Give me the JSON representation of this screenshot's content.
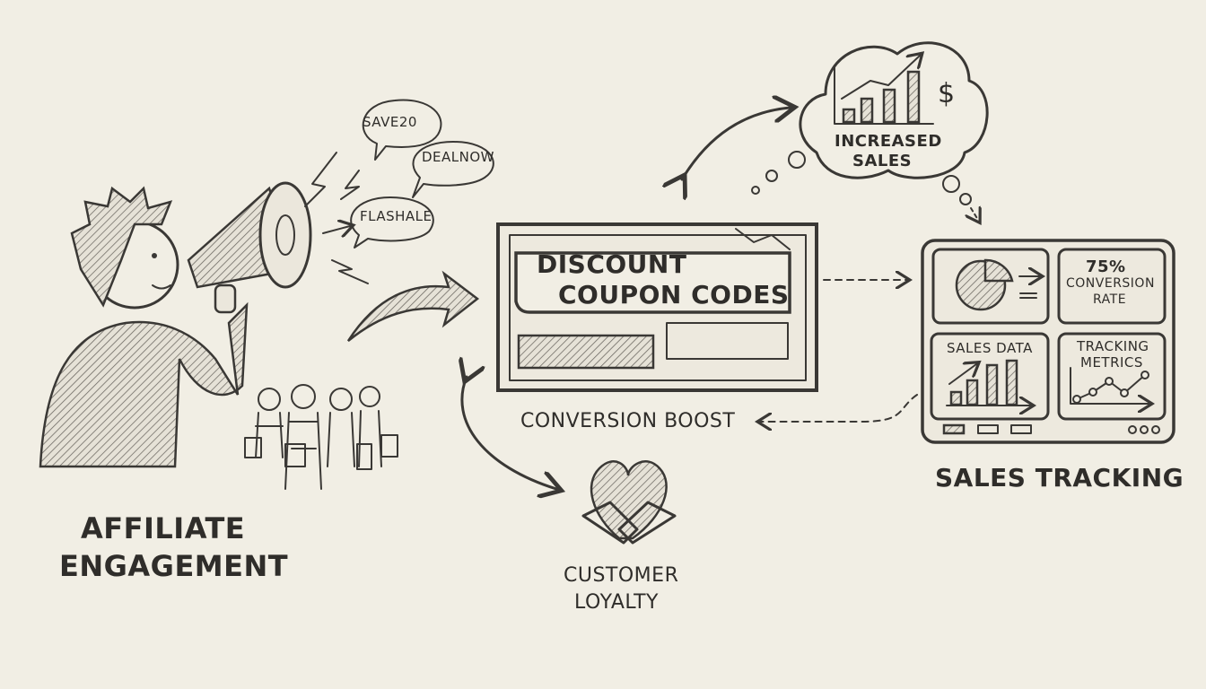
{
  "affiliate": {
    "title_line1": "AFFILIATE",
    "title_line2": "ENGAGEMENT"
  },
  "bubbles": [
    "SAVE20",
    "DEALNOW",
    "FLASHALE"
  ],
  "coupon": {
    "line1": "DISCOUNT",
    "line2": "COUPON CODES",
    "caption": "CONVERSION BOOST"
  },
  "thought": {
    "symbol": "$",
    "line1": "INCREASED",
    "line2": "SALES"
  },
  "dashboard": {
    "rate_value": "75%",
    "rate_line1": "CONVERSION",
    "rate_line2": "RATE",
    "sales_data": "SALES DATA",
    "tracking_line1": "TRACKING",
    "tracking_line2": "METRICS",
    "caption": "SALES TRACKING"
  },
  "loyalty": {
    "line1": "CUSTOMER",
    "line2": "LOYALTY"
  },
  "colors": {
    "ink": "#3a3835",
    "paper": "#f1eee4"
  }
}
